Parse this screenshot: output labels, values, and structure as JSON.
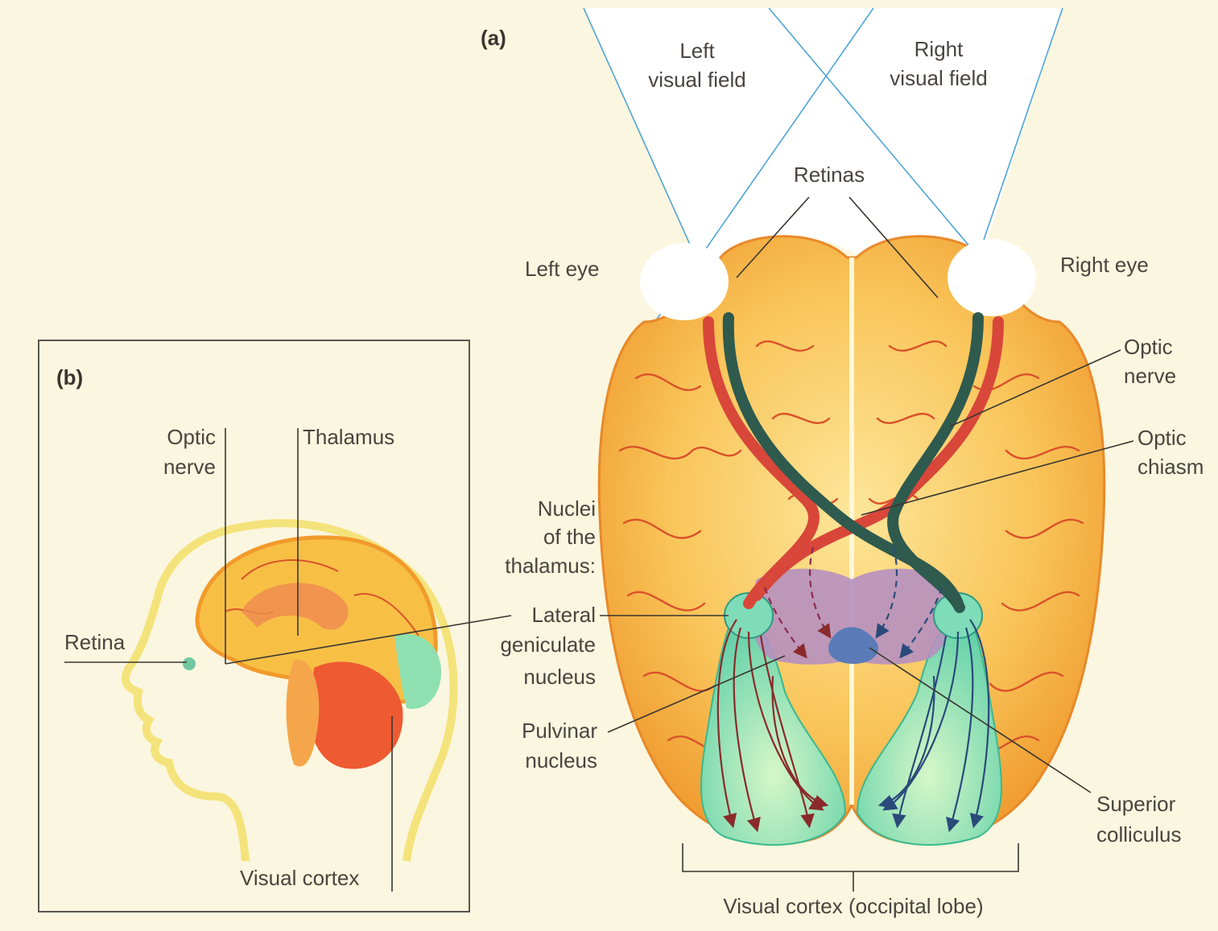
{
  "panel_a": {
    "tag": "(a)",
    "left_visual_field": [
      "Left",
      "visual field"
    ],
    "right_visual_field": [
      "Right",
      "visual field"
    ],
    "retinas": "Retinas",
    "left_eye": "Left eye",
    "right_eye": "Right eye",
    "optic_nerve": [
      "Optic",
      "nerve"
    ],
    "optic_chiasm": [
      "Optic",
      "chiasm"
    ],
    "nuclei_of_thalamus": [
      "Nuclei",
      "of the",
      "thalamus:"
    ],
    "lateral_geniculate": [
      "Lateral",
      "geniculate",
      "nucleus"
    ],
    "pulvinar": [
      "Pulvinar",
      "nucleus"
    ],
    "superior_colliculus": [
      "Superior",
      "colliculus"
    ],
    "visual_cortex_occipital": "Visual cortex (occipital lobe)"
  },
  "panel_b": {
    "tag": "(b)",
    "optic_nerve": [
      "Optic",
      "nerve"
    ],
    "thalamus": "Thalamus",
    "retina": "Retina",
    "visual_cortex": "Visual cortex"
  },
  "colors": {
    "background": "#fbf6df",
    "brain": "#f6b43c",
    "brain_light": "#fbd878",
    "sulcus": "#d8522a",
    "nerve_dark": "#2f5a4e",
    "nerve_red": "#d8473a",
    "thalamus_purple": "#b08ab8",
    "cortex_green": "#8fe0b0",
    "visual_field_line": "#4fa4d8"
  }
}
